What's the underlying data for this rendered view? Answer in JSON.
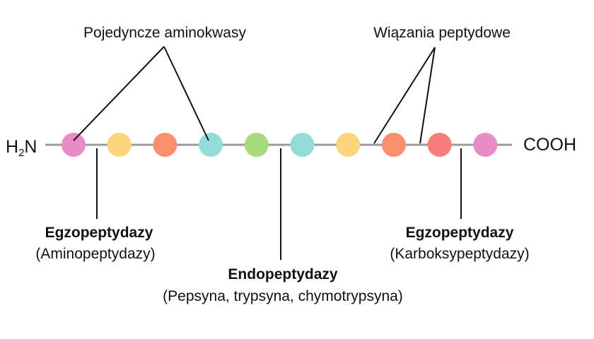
{
  "title": "",
  "top_labels": {
    "single_amino_acids": "Pojedyncze aminokwasy",
    "peptide_bonds": "Wiązania peptydowe"
  },
  "termini": {
    "n_terminus_main": "H",
    "n_terminus_sub": "2",
    "n_terminus_end": "N",
    "c_terminus": "COOH"
  },
  "enzymes": {
    "aminopeptidases": {
      "name": "Egzopeptydazy",
      "detail": "(Aminopeptydazy)"
    },
    "endopeptidases": {
      "name": "Endopeptydazy",
      "detail": "(Pepsyna, trypsyna, chymotrypsyna)"
    },
    "carboxypeptidases": {
      "name": "Egzopeptydazy",
      "detail": "(Karboksypeptydazy)"
    }
  },
  "colors": {
    "chain": "#9a9a9a",
    "line": "#111111",
    "amino_acids": [
      "#e98bc6",
      "#fdd37c",
      "#fb8e6c",
      "#93dcda",
      "#a8d97a",
      "#93dcda",
      "#fdd37c",
      "#fb8e6c",
      "#f87e7e",
      "#e98bc6"
    ]
  }
}
